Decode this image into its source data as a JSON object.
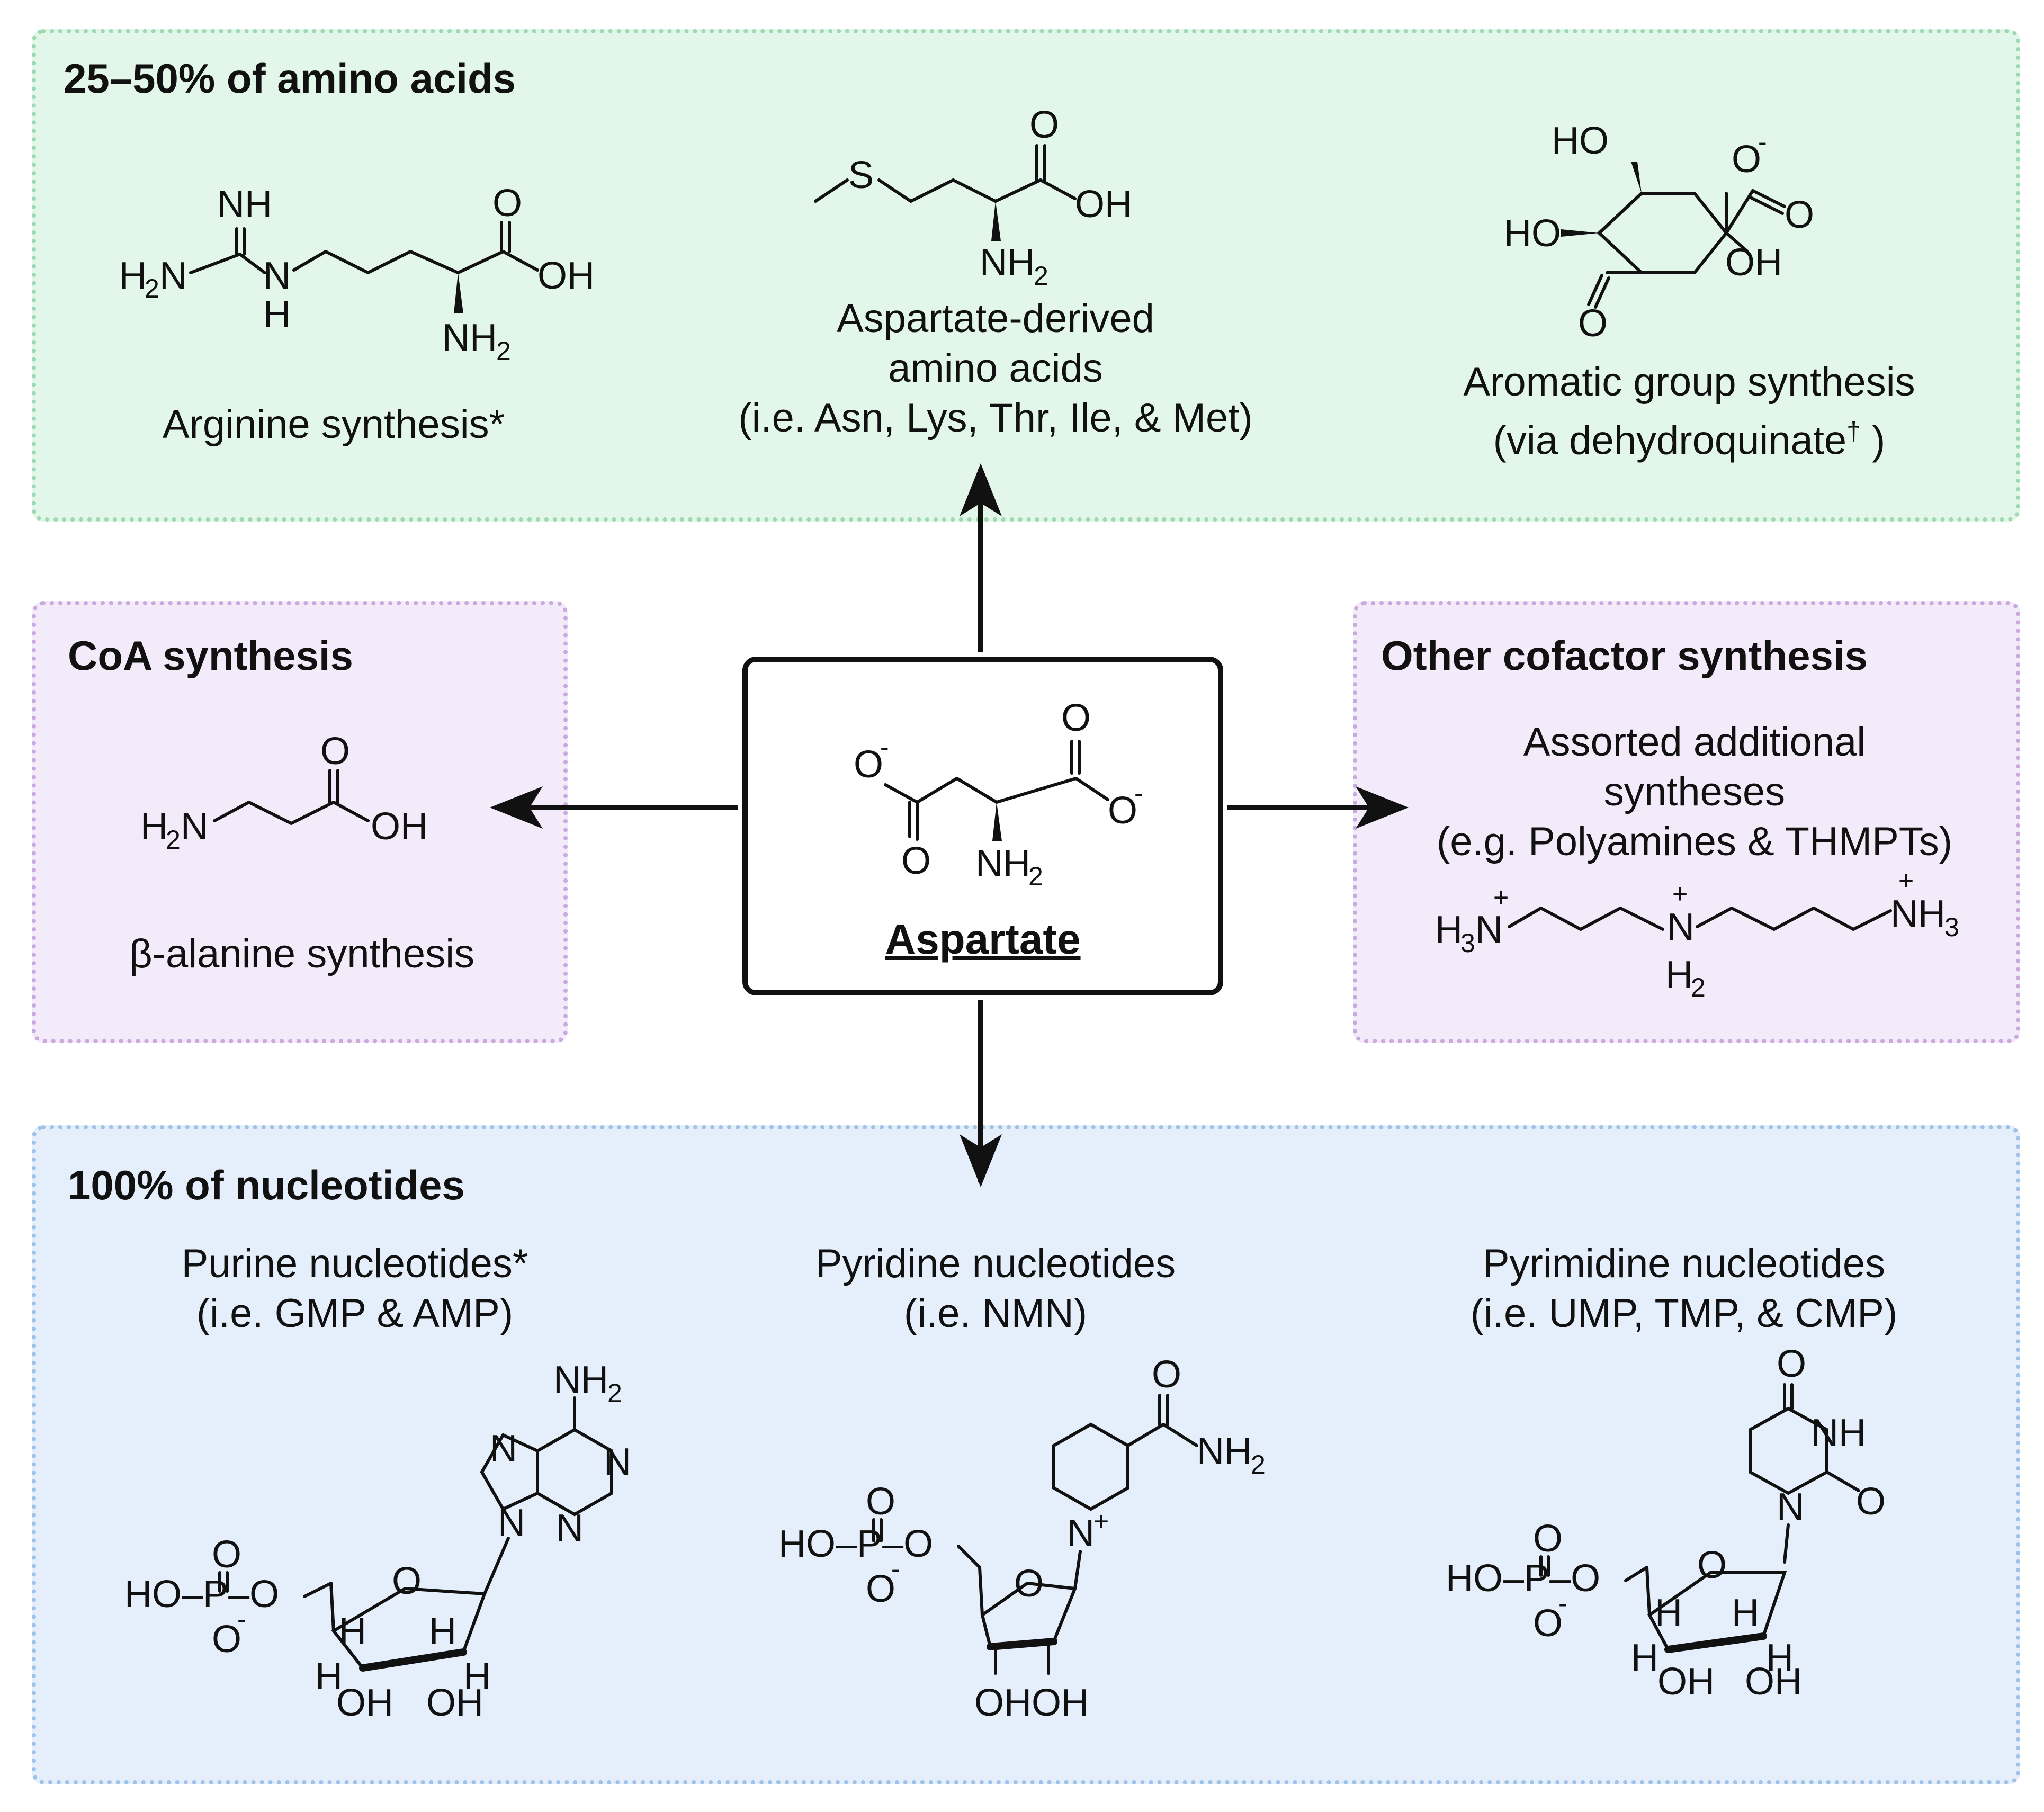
{
  "colors": {
    "amino_panel_fill": "#e2f7ea",
    "amino_panel_border": "#9fd9b1",
    "cofactor_panel_fill": "#f3ebf9",
    "cofactor_panel_border": "#c9a9de",
    "nucleotide_panel_fill": "#e5effb",
    "nucleotide_panel_border": "#9fc2e6",
    "ink": "#111111"
  },
  "center": {
    "label": "Aspartate",
    "molecule": {
      "O_top": "O",
      "O_minus_left": "O",
      "minus": "-",
      "O_bottom": "O",
      "O_minus_right": "O",
      "NH": "NH",
      "sub2": "2"
    }
  },
  "amino_panel": {
    "title": "25–50% of amino acids",
    "arginine": {
      "caption": "Arginine synthesis*",
      "atoms": {
        "NH": "NH",
        "H2N": "H",
        "H2N_sub": "2",
        "H2N_N": "N",
        "N": "N",
        "H": "H",
        "O": "O",
        "OH": "OH",
        "NH2": "NH",
        "NH2_sub": "2"
      }
    },
    "aspartate_derived": {
      "caption_lines": [
        "Aspartate-derived",
        "amino acids",
        "(i.e. Asn, Lys, Thr, Ile, & Met)"
      ],
      "atoms": {
        "S": "S",
        "O": "O",
        "OH": "OH",
        "NH2": "NH",
        "NH2_sub": "2"
      }
    },
    "aromatic": {
      "caption_lines": [
        "Aromatic group synthesis",
        "(via dehydroquinate"
      ],
      "dagger": "†",
      "close_paren": ")",
      "atoms": {
        "HO_top": "HO",
        "HO_left": "HO",
        "O_minus": "O",
        "minus": "-",
        "O_right": "O",
        "OH": "OH",
        "O_ketone": "O"
      }
    }
  },
  "coa_panel": {
    "title": "CoA synthesis",
    "caption": "β-alanine synthesis",
    "atoms": {
      "H2N": "H",
      "H2N_sub": "2",
      "H2N_N": "N",
      "O": "O",
      "OH": "OH"
    }
  },
  "cofactor_panel": {
    "title": "Other cofactor synthesis",
    "caption_lines": [
      "Assorted additional",
      "syntheses",
      "(e.g. Polyamines & THMPTs)"
    ],
    "atoms": {
      "H3N": "H",
      "H3N_sub": "3",
      "H3N_N": "N",
      "plus": "+",
      "N": "N",
      "H2": "H",
      "H2_sub": "2",
      "NH3": "NH",
      "NH3_sub": "3"
    }
  },
  "nucleotide_panel": {
    "title": "100% of nucleotides",
    "purine": {
      "caption_lines": [
        "Purine nucleotides*",
        "(i.e. GMP & AMP)"
      ],
      "atoms": {
        "NH2": "NH",
        "NH2_sub": "2",
        "N": "N",
        "O": "O",
        "HO_P": "HO–P–O",
        "P": "P",
        "minus": "-",
        "H": "H",
        "OH": "OH"
      }
    },
    "pyridine": {
      "caption_lines": [
        "Pyridine nucleotides",
        "(i.e. NMN)"
      ],
      "atoms": {
        "O": "O",
        "NH2": "NH",
        "NH2_sub": "2",
        "N": "N",
        "plus": "+",
        "HO_P": "HO–P–O",
        "minus": "-",
        "OHOH": "OHOH"
      }
    },
    "pyrimidine": {
      "caption_lines": [
        "Pyrimidine nucleotides",
        "(i.e. UMP, TMP, & CMP)"
      ],
      "atoms": {
        "O": "O",
        "NH": "NH",
        "N": "N",
        "HO_P": "HO–P–O",
        "minus": "-",
        "H": "H",
        "OH": "OH"
      }
    }
  }
}
